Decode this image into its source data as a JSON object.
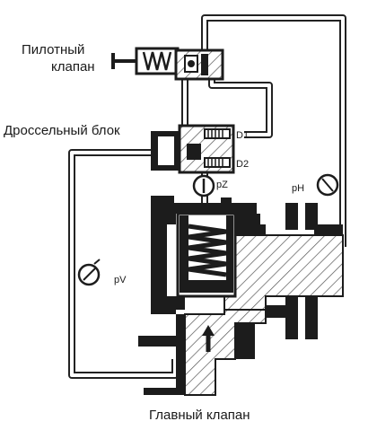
{
  "labels": {
    "pilot_valve_line1": "Пилотный",
    "pilot_valve_line2": "клапан",
    "throttle_block": "Дроссельный блок",
    "main_valve": "Главный клапан",
    "d1": "D1",
    "d2": "D2",
    "pz": "pZ",
    "ph": "pH",
    "pv": "pV"
  },
  "colors": {
    "metal": "#1c1c1c",
    "line": "#222222",
    "hatch": "#555555",
    "pipe_fill": "#ffffff",
    "background": "#ffffff"
  },
  "icons": {
    "gauge_pv": "pressure-gauge-icon",
    "gauge_pz": "pressure-gauge-icon",
    "gauge_ph": "pressure-gauge-icon",
    "flow_arrow": "up-arrow-icon"
  }
}
